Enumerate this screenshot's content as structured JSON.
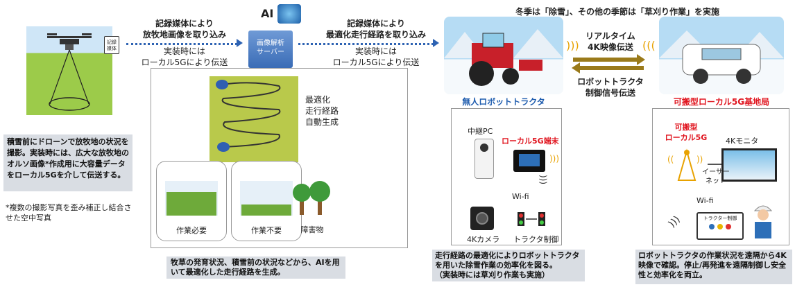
{
  "top_title": "冬季は「除雪」、その他の季節は「草刈り作業」を実施",
  "left_block": {
    "media_badge": "記録媒体",
    "step1_bold": "記録媒体により\n放牧地画像を取り込み",
    "step1_note": "実装時には\nローカル5Gにより伝送",
    "description": "積雪前にドローンで放牧地の状況を撮影。実装時には、広大な放牧地のオルソ画像*作成用に大容量データをローカル5Gを介して伝送する。",
    "footnote": "*複数の撮影写真を歪み補正し結合させた空中写真"
  },
  "center_block": {
    "ai_label": "AI",
    "server_label": "画像解析\nサーバー",
    "route_label": "最適化\n走行経路\n自動生成",
    "grass1": "作業必要",
    "grass2": "作業不要",
    "grass3": "障害物",
    "caption": "牧草の発育状況、積雪前の状況などから、AIを用いて最適化した走行経路を生成。"
  },
  "step2": {
    "bold": "記録媒体により\n最適化走行経路を取り込み",
    "note": "実装時には\nローカル5Gにより伝送"
  },
  "tractor_block": {
    "title": "無人ロボットトラクタ",
    "relay_pc": "中継PC",
    "l5g_terminal": "ローカル5G端末",
    "wifi": "Wi-fi",
    "camera": "4Kカメラ",
    "control": "トラクタ制御",
    "caption": "走行経路の最適化によりロボットトラクタを用いた除雪作業の効率化を図る。\n（実装時には草刈り作業も実施）"
  },
  "link": {
    "realtime": "リアルタイム\n4K映像伝送",
    "control_signal": "ロボットトラクタ\n制御信号伝送"
  },
  "base_block": {
    "title": "可搬型ローカル5G基地局",
    "portable": "可搬型\nローカル5G",
    "monitor": "4Kモニタ",
    "ethernet": "イーサー\nネット",
    "wifi": "Wi-fi",
    "tablet_label": "トラクター制御",
    "caption": "ロボットトラクタの作業状況を遠隔から4K映像で確認。停止/再発進を遠隔制御し安全性と効率化を両立。"
  },
  "colors": {
    "accent_blue": "#1e5cae",
    "accent_red": "#e0141e",
    "dot_blue": "#2e63b3",
    "caption_bg": "#d9dde3"
  }
}
